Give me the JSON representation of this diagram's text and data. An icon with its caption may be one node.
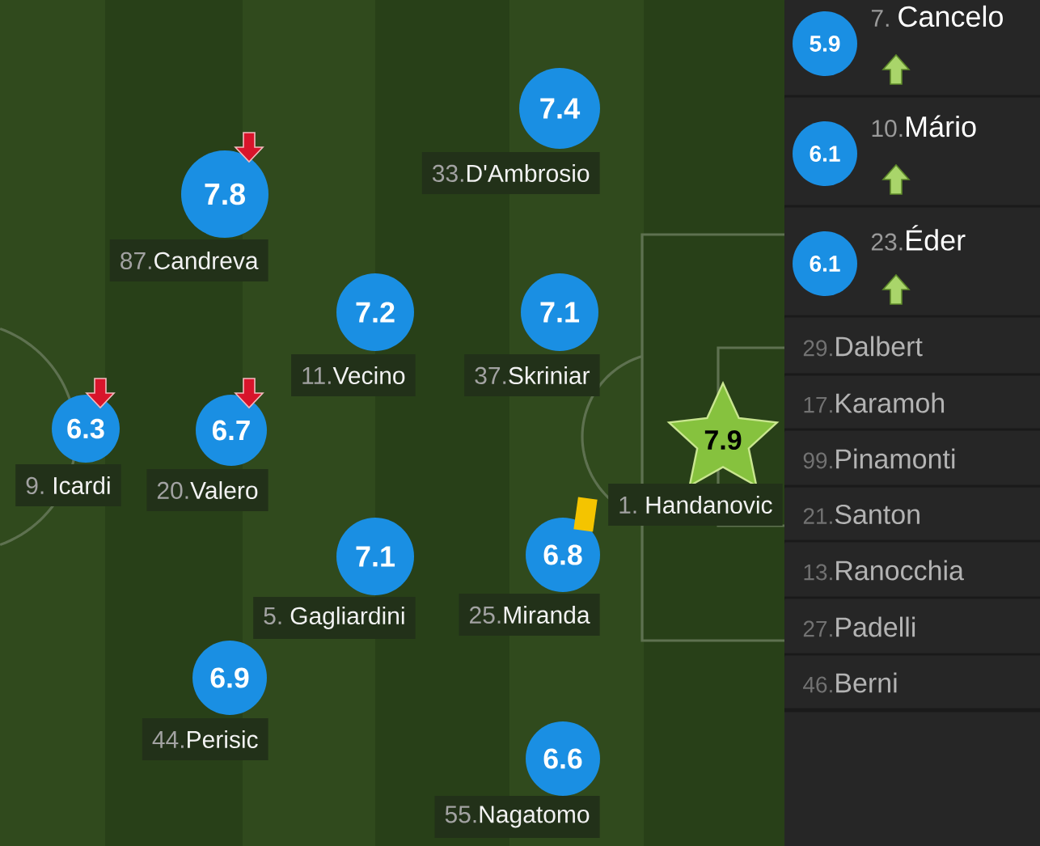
{
  "diagram": {
    "nodes": [
      {
        "text": [
          "7.4"
        ],
        "beside": [
          "33.",
          "D'Ambrosio"
        ]
      },
      {
        "text": [
          "7.8"
        ],
        "beside": [
          "87.",
          "Candreva"
        ]
      },
      {
        "text": [
          "7.2"
        ],
        "beside": [
          "11.",
          "Vecino"
        ]
      },
      {
        "text": [
          "7.1"
        ],
        "beside": [
          "37.",
          "Skriniar"
        ]
      },
      {
        "text": [
          "6.3"
        ],
        "beside": [
          "9.",
          "Icardi"
        ]
      },
      {
        "text": [
          "6.7"
        ],
        "beside": [
          "20.",
          "Valero"
        ]
      },
      {
        "text": [
          "7.9"
        ],
        "beside": [
          "1.",
          "Handanovic"
        ]
      },
      {
        "text": [
          "7.1"
        ],
        "beside": [
          "5.",
          "Gagliardini"
        ]
      },
      {
        "text": [
          "6.8"
        ],
        "beside": [
          "25.",
          "Miranda"
        ]
      },
      {
        "text": [
          "6.9"
        ],
        "beside": [
          "44.",
          "Perisic"
        ]
      },
      {
        "text": [
          "6.6"
        ],
        "beside": [
          "55.",
          "Nagatomo"
        ]
      },
      {
        "text": [
          "7.",
          "Cancelo"
        ]
      },
      {
        "text": [
          "5.9"
        ],
        "in": 11
      },
      {
        "text": [
          "10.",
          "Mário"
        ]
      },
      {
        "text": [
          "6.1"
        ],
        "in": 13
      },
      {
        "text": [
          "23.",
          "Éder"
        ]
      },
      {
        "text": [
          "6.1"
        ],
        "in": 15
      },
      {
        "text": [
          "29.",
          "Dalbert"
        ]
      },
      {
        "text": [
          "17.",
          "Karamoh"
        ]
      },
      {
        "text": [
          "99.",
          "Pinamonti"
        ]
      },
      {
        "text": [
          "21.",
          "Santon"
        ]
      },
      {
        "text": [
          "13.",
          "Ranocchia"
        ]
      },
      {
        "text": [
          "27.",
          "Padelli"
        ]
      },
      {
        "text": [
          "46.",
          "Berni"
        ]
      }
    ]
  }
}
